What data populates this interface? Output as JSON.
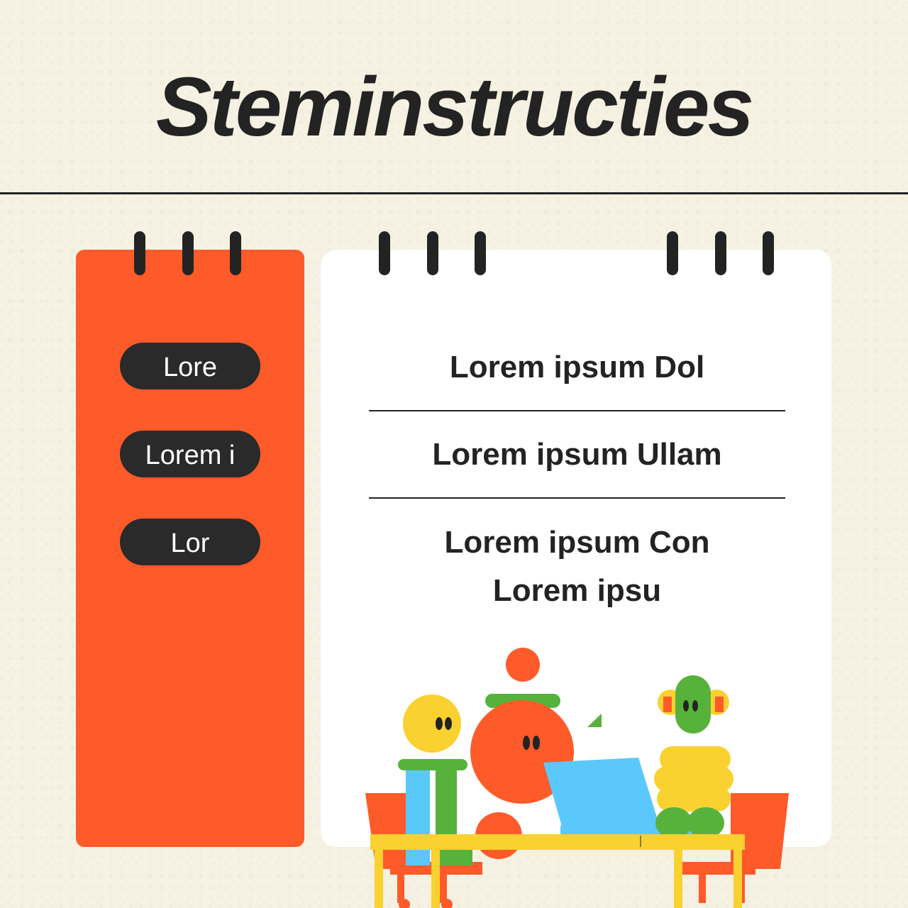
{
  "title": "Steminstructies",
  "pills": [
    "Lore",
    "Lorem i",
    "Lor"
  ],
  "menu_items": [
    "Lorem ipsum Dol",
    "Lorem ipsum Ullam",
    "Lorem ipsum Con\nLorem ipsu"
  ],
  "colors": {
    "background": "#f5f2e3",
    "accent_orange": "#ff5a2a",
    "dark": "#232323",
    "card_white": "#ffffff",
    "yellow": "#f9d130",
    "green": "#57b23c",
    "blue": "#5bc8fb"
  },
  "illustration": "people-at-desk-with-laptop"
}
